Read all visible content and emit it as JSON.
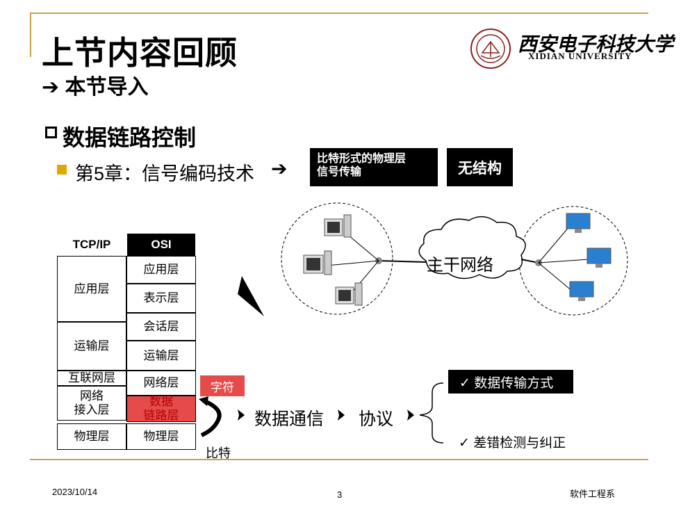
{
  "header": {
    "title": "上节内容回顾",
    "subtitle": "➔ 本节导入",
    "logo_cn": "西安电子科技大学",
    "logo_en": "XIDIAN UNIVERSITY"
  },
  "section": {
    "heading": "数据链路控制",
    "bullet": "第5章：信号编码技术",
    "arrow": "➔",
    "box1_line1": "比特形式的物理层",
    "box1_line2": "信号传输",
    "box2": "无结构"
  },
  "table": {
    "tcpip_header": "TCP/IP",
    "osi_header": "OSI",
    "tcpip": [
      "应用层",
      "运输层",
      "互联网层",
      "网络",
      "接入层",
      "物理层"
    ],
    "osi": [
      "应用层",
      "表示层",
      "会话层",
      "运输层",
      "网络层",
      "数据",
      "链路层",
      "物理层"
    ]
  },
  "labels": {
    "char_tag": "字符",
    "bit": "比特",
    "data_comm": "数据通信",
    "protocol": "协议",
    "item1": "✓ 数据传输方式",
    "item2": "✓ 差错检测与纠正",
    "backbone": "主干网络"
  },
  "footer": {
    "date": "2023/10/14",
    "page": "3",
    "dept": "软件工程系"
  },
  "colors": {
    "accent_line": "#c9a24a",
    "bullet": "#e0a800",
    "highlight_red": "#e64b4b"
  }
}
